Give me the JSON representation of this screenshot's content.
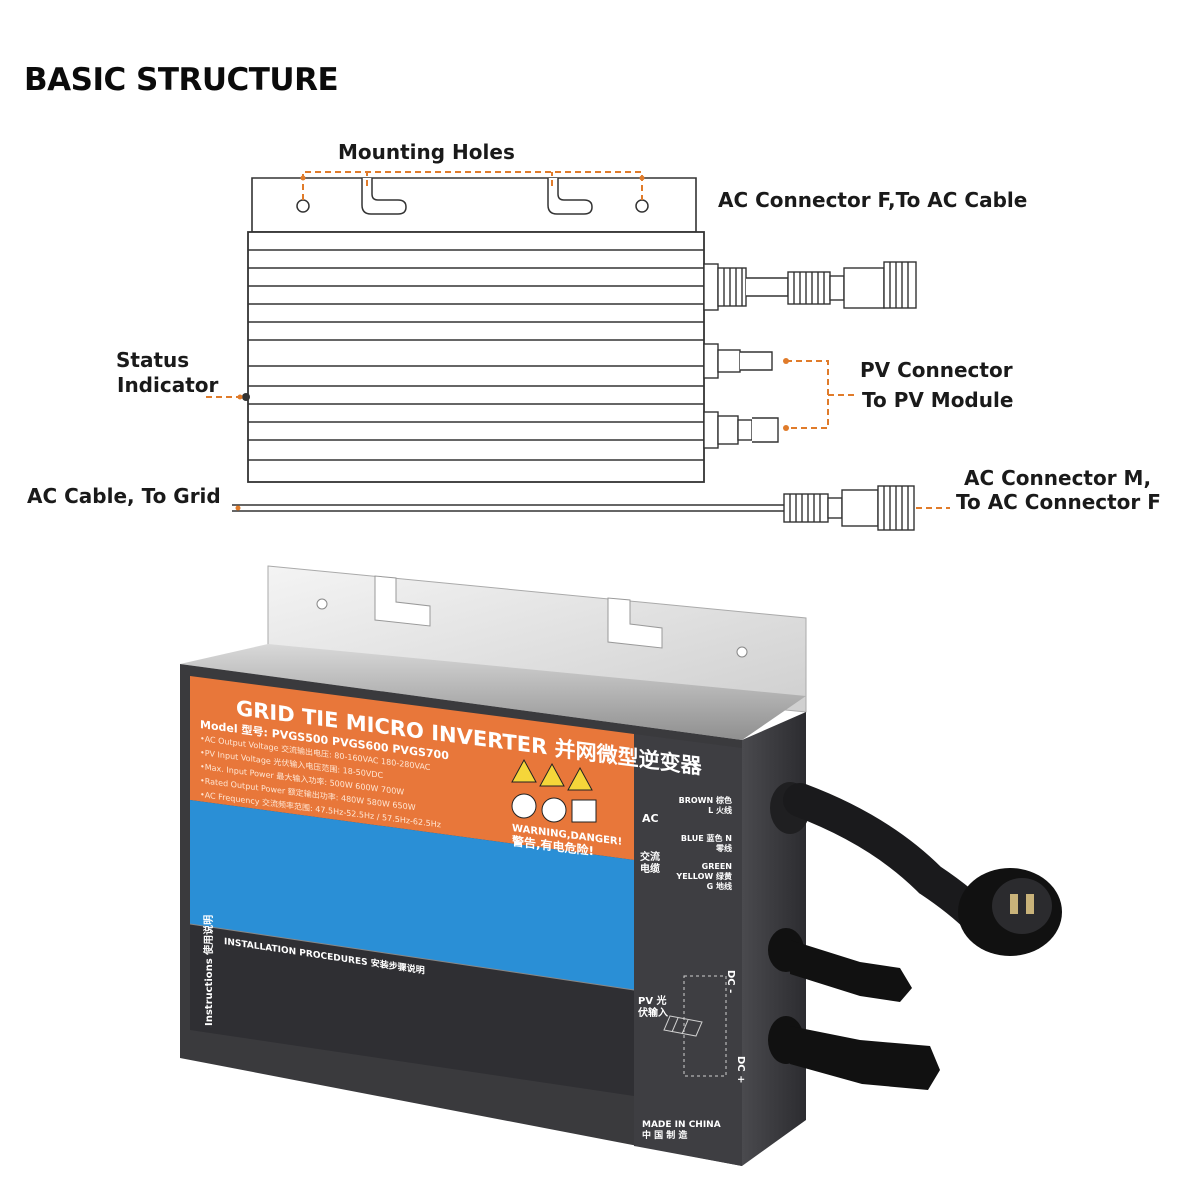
{
  "title": "BASIC STRUCTURE",
  "labels": {
    "mounting_holes": "Mounting Holes",
    "ac_connector_f": "AC Connector  F,To AC Cable",
    "status_line1": "Status",
    "status_line2": "Indicator",
    "pv_line1": "PV Connector",
    "pv_line2": "To PV Module",
    "ac_cable": "AC Cable, To Grid",
    "ac_m_line1": "AC Connector  M,",
    "ac_m_line2": "To AC Connector  F"
  },
  "product": {
    "panel_title": "GRID TIE MICRO INVERTER",
    "panel_title_cn": "并网微型逆变器",
    "model_label": "Model 型号:",
    "models": [
      "PVGS500",
      "PVGS600",
      "PVGS700"
    ],
    "spec_lines": [
      "•AC Output Voltage 交流输出电压: 80-160VAC  180-280VAC",
      "•PV Input Voltage 光伏输入电压范围: 18-50VDC",
      "•Max. Input Power 最大输入功率: 500W  600W  700W",
      "•Rated Output Power 额定输出功率: 480W  580W  650W",
      "•AC Frequency 交流频率范围: 47.5Hz-52.5Hz / 57.5Hz-62.5Hz"
    ],
    "warning": "WARNING,DANGER!",
    "warning_cn": "警告,有电危险!",
    "ac_side": "AC",
    "ac_cn": "交流电缆",
    "wire_brown": "BROWN 棕色 L 火线",
    "wire_blue": "BLUE 蓝色 N 零线",
    "wire_green": "GREEN YELLOW 绿黄 G 地线",
    "pv_side": "PV 光伏输入",
    "dc_minus": "DC -",
    "dc_plus": "DC +",
    "install_title": "INSTALLATION PROCEDURES 安装步骤说明",
    "instructions_side": "Instructions 使用说明",
    "made_in": "MADE IN CHINA",
    "made_in_cn": "中 国 制 造"
  },
  "colors": {
    "leader": "#e07b2a",
    "orange_panel": "#e8773a",
    "blue_panel": "#2a8fd6",
    "body_dark": "#3b3b3e"
  }
}
